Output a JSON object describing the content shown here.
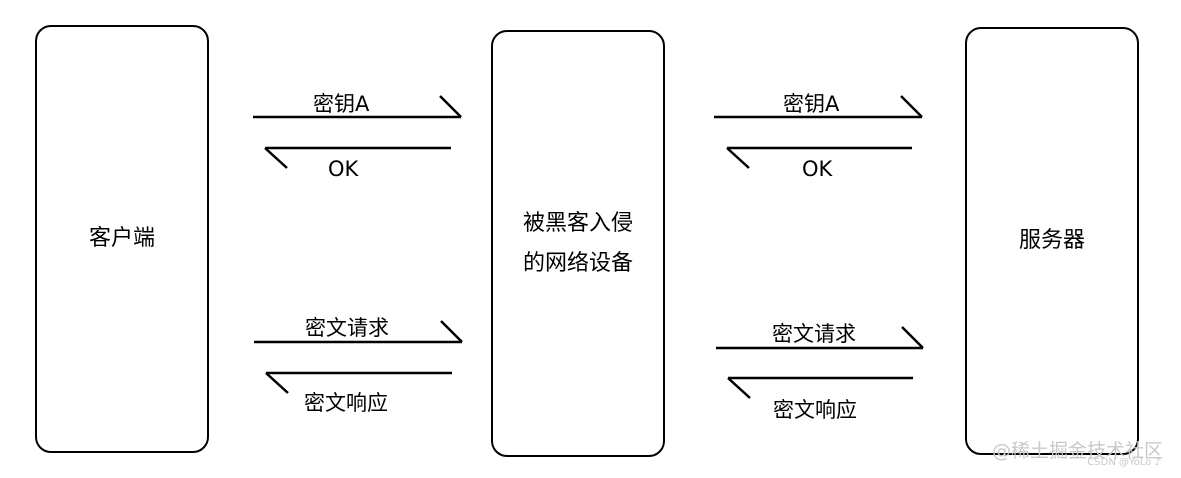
{
  "nodes": {
    "client": "客户端",
    "attacker": "被黑客入侵\n的网络设备",
    "server": "服务器"
  },
  "messages": {
    "left": {
      "key_request": "密钥A",
      "key_response": "OK",
      "cipher_request": "密文请求",
      "cipher_response": "密文响应"
    },
    "right": {
      "key_request": "密钥A",
      "key_response": "OK",
      "cipher_request": "密文请求",
      "cipher_response": "密文响应"
    }
  },
  "watermark": {
    "main": "@稀土掘金技术社区",
    "sub": "CSDN @YoLo ♪"
  }
}
